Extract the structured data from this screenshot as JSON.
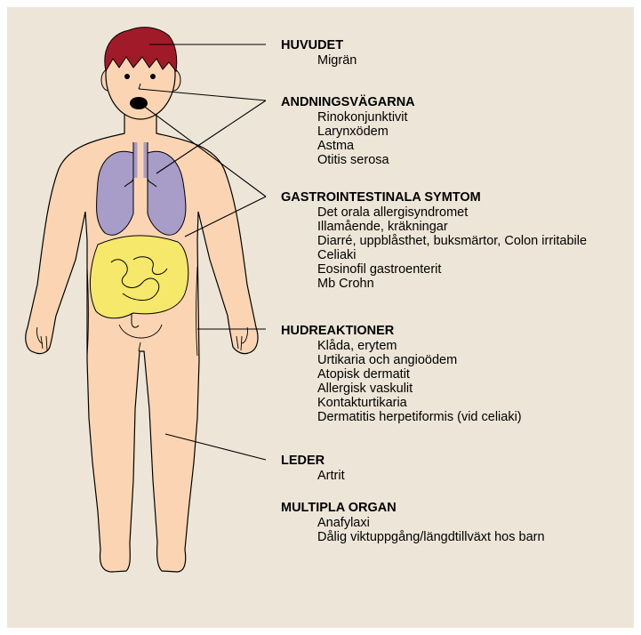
{
  "colors": {
    "background": "#ede6d8",
    "skin": "#fbd5b3",
    "outline": "#000000",
    "hair": "#a11a2a",
    "lungs": "#a89cc8",
    "intestine": "#f5e86a"
  },
  "groups": [
    {
      "heading": "HUVUDET",
      "items": [
        "Migrän"
      ]
    },
    {
      "heading": "ANDNINGSVÄGARNA",
      "items": [
        "Rinokonjunktivit",
        "Larynxödem",
        "Astma",
        "Otitis serosa"
      ]
    },
    {
      "heading": "GASTROINTESTINALA SYMTOM",
      "items": [
        "Det orala allergisyndromet",
        "Illamående, kräkningar",
        "Diarré, uppblåsthet, buksmärtor, Colon irritabile",
        "Celiaki",
        "Eosinofil gastroenterit",
        "Mb Crohn"
      ]
    },
    {
      "heading": "HUDREAKTIONER",
      "items": [
        "Klåda, erytem",
        "Urtikaria och angioödem",
        "Atopisk dermatit",
        "Allergisk vaskulit",
        "Kontakturtikaria",
        "Dermatitis herpetiformis (vid celiaki)"
      ]
    },
    {
      "heading": "LEDER",
      "items": [
        "Artrit"
      ]
    },
    {
      "heading": "MULTIPLA ORGAN",
      "items": [
        "Anafylaxi",
        "Dålig viktuppgång/längdtillväxt hos barn"
      ]
    }
  ]
}
